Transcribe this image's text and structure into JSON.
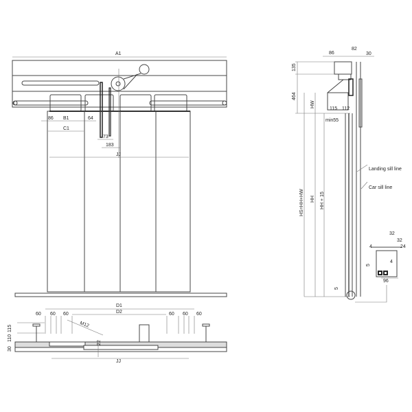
{
  "front_view": {
    "overall_width": "A1",
    "dims": {
      "offset": "86",
      "b1": "B1",
      "gap": "64",
      "c1": "C1",
      "belt": "73",
      "belt_offset": "183",
      "clear_opening": "JJ"
    }
  },
  "plan_view": {
    "d1": "D1",
    "d2": "D2",
    "spacing_left": [
      "60",
      "60",
      "60"
    ],
    "spacing_right": [
      "60",
      "60",
      "60"
    ],
    "bolt": "M12",
    "heights": [
      "115",
      "110",
      "30"
    ],
    "gap": "22",
    "clear_opening": "JJ"
  },
  "side_view": {
    "top": [
      "86",
      "82",
      "30"
    ],
    "motor_height": "135",
    "header_height": "464",
    "hw": "HW",
    "sill_offsets": [
      "115",
      "112"
    ],
    "min_gap": "min55",
    "hs": "HS=HH+HW",
    "hh": "HH",
    "hh15": "HH + 15",
    "landing_sill": "Landing sill line",
    "car_sill": "Car sill line",
    "bottom_gap": "5",
    "detail": {
      "a": "32",
      "b": "32",
      "c": "4",
      "d": "24",
      "e": "4",
      "f": "5",
      "width": "96"
    }
  }
}
